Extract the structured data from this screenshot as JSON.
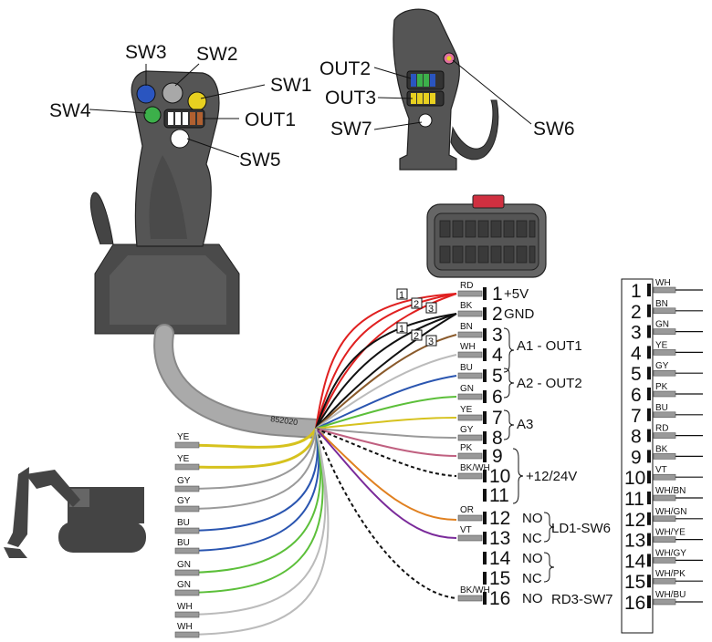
{
  "joystick_front": {
    "switches": [
      "SW3",
      "SW2",
      "SW1",
      "SW4",
      "OUT1",
      "SW5"
    ]
  },
  "joystick_side": {
    "labels": [
      "OUT2",
      "OUT3",
      "SW7",
      "SW6"
    ]
  },
  "cable_code": "852020",
  "connector_pins": [
    {
      "num": "1",
      "color": "RD",
      "label": "+5V"
    },
    {
      "num": "2",
      "color": "BK",
      "label": "GND"
    },
    {
      "num": "3",
      "color": "BN",
      "label": ""
    },
    {
      "num": "4",
      "color": "WH",
      "label": ""
    },
    {
      "num": "5",
      "color": "BU",
      "label": ""
    },
    {
      "num": "6",
      "color": "GN",
      "label": ""
    },
    {
      "num": "7",
      "color": "YE",
      "label": ""
    },
    {
      "num": "8",
      "color": "GY",
      "label": ""
    },
    {
      "num": "9",
      "color": "PK",
      "label": ""
    },
    {
      "num": "10",
      "color": "BK/WH",
      "label": ""
    },
    {
      "num": "11",
      "color": "",
      "label": ""
    },
    {
      "num": "12",
      "color": "OR",
      "label": "NO"
    },
    {
      "num": "13",
      "color": "VT",
      "label": "NC"
    },
    {
      "num": "14",
      "color": "",
      "label": "NO"
    },
    {
      "num": "15",
      "color": "",
      "label": "NC"
    },
    {
      "num": "16",
      "color": "BK/WH",
      "label": "NO"
    }
  ],
  "groups": {
    "a1": "A1 - OUT1",
    "a2": "A2 - OUT2",
    "a3": "A3",
    "supply": "+12/24V",
    "ld1": "LD1-SW6",
    "rd3": "RD3-SW7"
  },
  "left_wires": [
    "YE",
    "YE",
    "GY",
    "GY",
    "BU",
    "BU",
    "GN",
    "GN",
    "WH",
    "WH"
  ],
  "boxed_numbers": [
    "1",
    "2",
    "3",
    "1",
    "2",
    "3"
  ],
  "right_table": [
    {
      "num": "1",
      "color": "WH"
    },
    {
      "num": "2",
      "color": "BN"
    },
    {
      "num": "3",
      "color": "GN"
    },
    {
      "num": "4",
      "color": "YE"
    },
    {
      "num": "5",
      "color": "GY"
    },
    {
      "num": "6",
      "color": "PK"
    },
    {
      "num": "7",
      "color": "BU"
    },
    {
      "num": "8",
      "color": "RD"
    },
    {
      "num": "9",
      "color": "BK"
    },
    {
      "num": "10",
      "color": "VT"
    },
    {
      "num": "11",
      "color": "WH/BN"
    },
    {
      "num": "12",
      "color": "WH/GN"
    },
    {
      "num": "13",
      "color": "WH/YE"
    },
    {
      "num": "14",
      "color": "WH/GY"
    },
    {
      "num": "15",
      "color": "WH/PK"
    },
    {
      "num": "16",
      "color": "WH/BU"
    }
  ],
  "wire_colors": {
    "RD": "#e02020",
    "BK": "#111111",
    "BN": "#8a5a2b",
    "WH": "#bbbbbb",
    "BU": "#2a55b0",
    "GN": "#5cbf3a",
    "YE": "#d6c21e",
    "GY": "#9a9a9a",
    "PK": "#c06080",
    "OR": "#e08020",
    "VT": "#7a2a9a"
  }
}
